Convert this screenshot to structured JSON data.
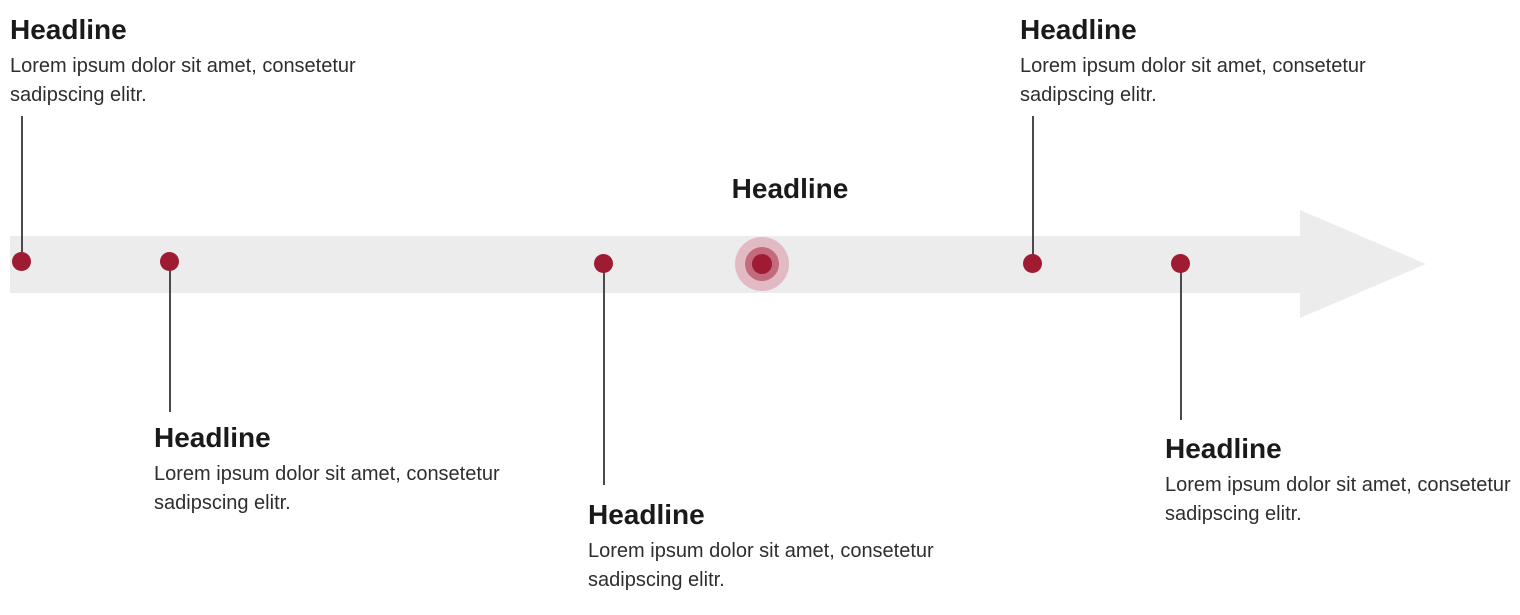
{
  "colors": {
    "page_bg": "#ffffff",
    "band": "#ececec",
    "dot": "#9e1b32",
    "ring_mid": "#c36a7d",
    "ring_outer": "#e2bac4",
    "connector": "#4a4a4a",
    "headline_text": "#1a1a1a",
    "body_text": "#2e2e2e"
  },
  "timeline": {
    "type": "horizontal-arrow-timeline",
    "direction": "left-to-right",
    "items": [
      {
        "id": "milestone-1",
        "label_position": "above",
        "highlighted": false,
        "headline": "Headline",
        "body_lines": [
          "Lorem ipsum dolor sit amet, consetetur",
          "sadipscing elitr."
        ]
      },
      {
        "id": "milestone-2",
        "label_position": "below",
        "highlighted": false,
        "headline": "Headline",
        "body_lines": [
          "Lorem ipsum dolor sit amet, consetetur",
          "sadipscing elitr."
        ]
      },
      {
        "id": "milestone-3",
        "label_position": "below",
        "highlighted": false,
        "headline": "Headline",
        "body_lines": [
          "Lorem ipsum dolor sit amet, consetetur",
          "sadipscing elitr."
        ]
      },
      {
        "id": "milestone-4",
        "label_position": "above",
        "highlighted": true,
        "headline": "Headline",
        "body_lines": []
      },
      {
        "id": "milestone-5",
        "label_position": "above",
        "highlighted": false,
        "headline": "Headline",
        "body_lines": [
          "Lorem ipsum dolor sit amet, consetetur",
          "sadipscing elitr."
        ]
      },
      {
        "id": "milestone-6",
        "label_position": "below",
        "highlighted": false,
        "headline": "Headline",
        "body_lines": [
          "Lorem ipsum dolor sit amet, consetetur",
          "sadipscing elitr."
        ]
      }
    ]
  }
}
